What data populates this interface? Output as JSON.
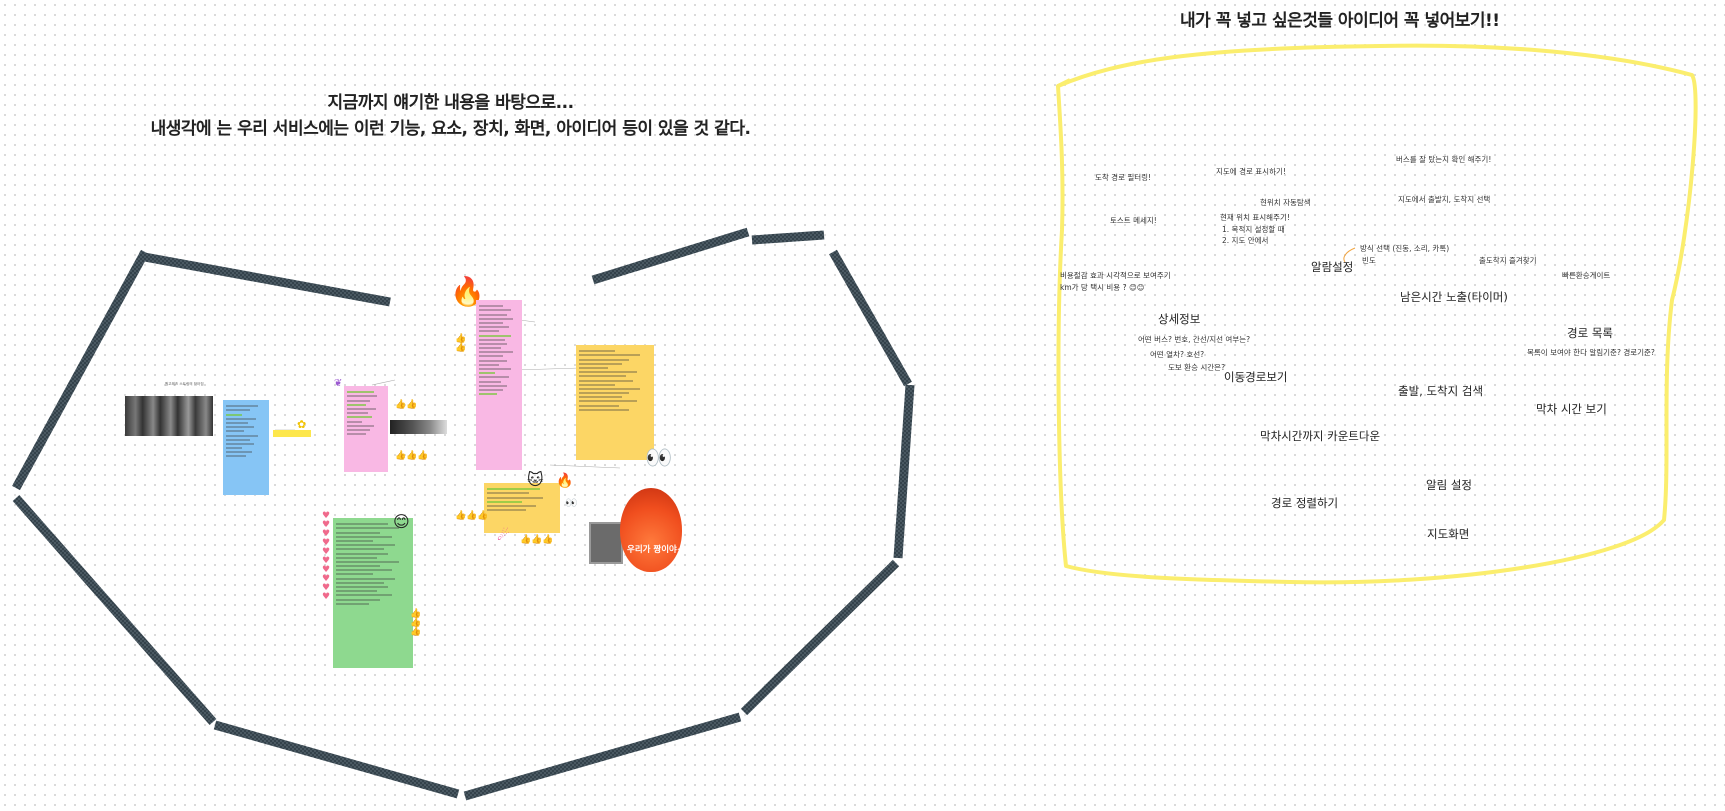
{
  "header": {
    "right_title": "내가 꼭 넣고 싶은것들 아이디어 꼭 넣어보기!!",
    "left_title_1": "지금까지 얘기한 내용을 바탕으로...",
    "left_title_2": "내생각에 는 우리 서비스에는 이런 기능, 요소, 장치, 화면, 아이디어 등이 있을 것 같다."
  },
  "ideas": {
    "arrival_route_filter": "도착 경로 필터링!",
    "show_route_on_map": "지도에 경로 표시하기!",
    "check_bus_board": "버스를 잘 탔는지 확인 해주기!",
    "current_location_auto": "현위치 자동탐색",
    "select_departure_arrival_on_map": "지도에서 출발지, 도착지 선택",
    "toast_message": "토스트 메세지!",
    "show_current_location": "현재 위치 표시해주기!",
    "when_destination_set": "1. 목적지 설정할 때",
    "in_map": "2. 지도 안에서",
    "method_select": "방식 선택 (진동, 소리, 카톡)",
    "frequency": "빈도",
    "favorite_departure_arrival": "출도착지 즐겨찾기",
    "fast_transfer_gate": "빠른환승게이트",
    "alarm_settings": "알람설정",
    "cost_effect_visual": "비용절감 효과 시각적으로 보여주기",
    "taxi_cost_per_km": "km가 당 택시 비용 ? 😊😊",
    "remaining_time_timer": "남은시간 노출(타이머)",
    "details": "상세정보",
    "which_bus": "어떤 버스? 번호, 간선/지선 여부는?",
    "which_train": "어떤 열차? 호선?",
    "walking_transfer_time": "도보 환승 시간은?",
    "route_list": "경로 목록",
    "list_criteria_question": "목록이 보여야 한다 알림기준? 경로기준?",
    "view_travel_route": "이동경로보기",
    "search_departure_arrival": "출발, 도착지 검색",
    "view_last_train_time": "막차 시간 보기",
    "last_train_countdown": "막차시간까지 카운트다운",
    "alarm_setting": "알림 설정",
    "sort_routes": "경로 정렬하기",
    "map_screen": "지도화면"
  },
  "board": {
    "fire_sticker_label": "우리가 짱이야~",
    "photo_caption": "원고레즈 스트링의 작아짐"
  },
  "colors": {
    "yellow_highlight": "#fde74c",
    "pink_sticky": "#f9b8e4",
    "blue_sticky": "#86c5f5",
    "yellow_sticky": "#fcd665",
    "green_sticky": "#8ed98f",
    "tape_dark": "#34424b",
    "fire_red": "#f04e1e"
  }
}
